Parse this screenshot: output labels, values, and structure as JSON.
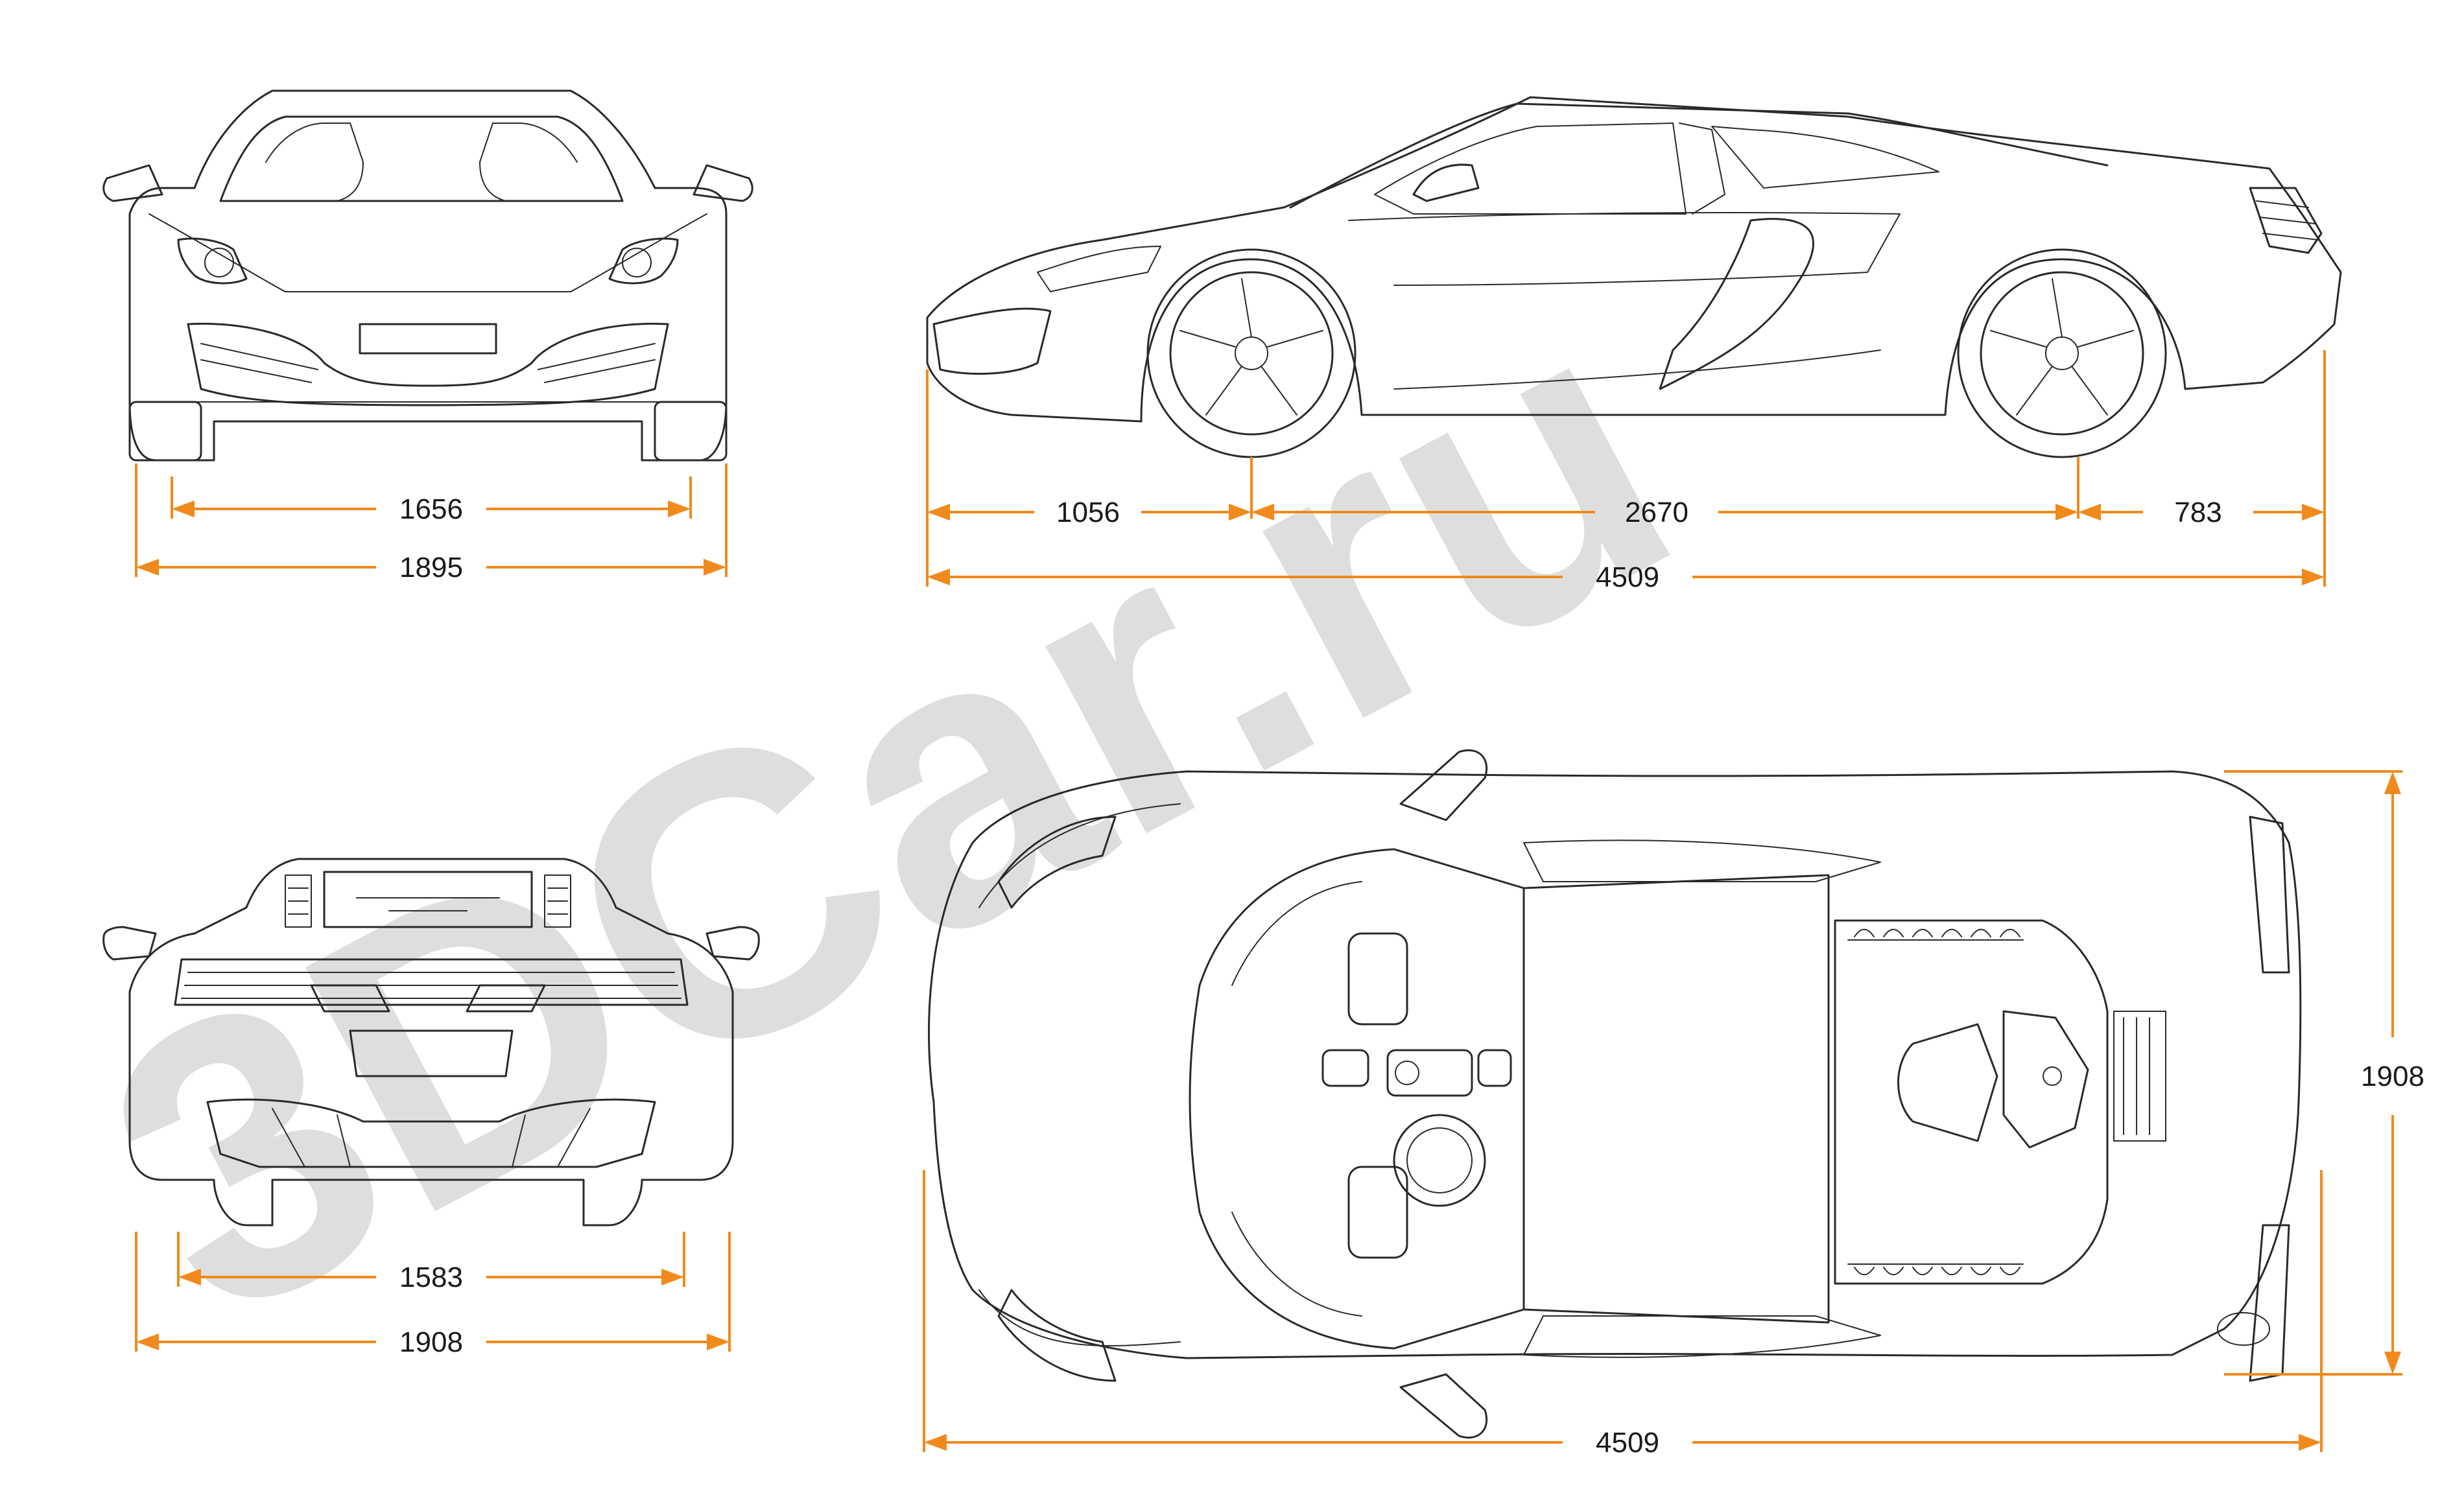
{
  "watermark": {
    "text": "3DCar.ru",
    "color": "#d9d9d9"
  },
  "colors": {
    "dimension": "#f08a1c",
    "outline": "#2a2a2a"
  },
  "views": {
    "front": {
      "track": "1656",
      "width": "1895"
    },
    "side": {
      "front_overhang": "1056",
      "wheelbase": "2670",
      "rear_overhang": "783",
      "length": "4509"
    },
    "rear": {
      "track": "1583",
      "width": "1908"
    },
    "top": {
      "width": "1908",
      "length": "4509"
    }
  }
}
